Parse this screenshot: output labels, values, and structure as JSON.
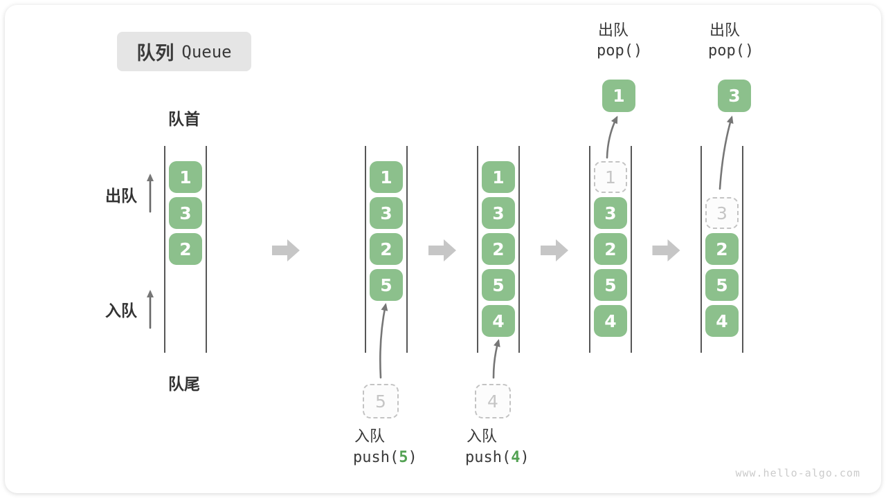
{
  "title": {
    "zh": "队列",
    "en": "Queue"
  },
  "side_labels": {
    "front": "队首",
    "rear": "队尾",
    "dequeue": "出队",
    "enqueue": "入队"
  },
  "watermark": "www.hello-algo.com",
  "colors": {
    "box_green": "#8cc08c",
    "box_text": "#ffffff",
    "dashed_border": "#c3c3c3",
    "dashed_text": "#c5c5c5",
    "dashed_bg": "#fcfcfc",
    "wall": "#565656",
    "flow_arrow": "#767676",
    "side_arrow": "#686868",
    "block_arrow": "#c6c6c6",
    "text_dark": "#3a3a3a",
    "code_arg": "#52a152",
    "title_bg": "#e5e5e5",
    "watermark_color": "#cbcbcb"
  },
  "states": [
    {
      "start_row": 0,
      "cells": [
        {
          "value": "1",
          "dashed": false
        },
        {
          "value": "3",
          "dashed": false
        },
        {
          "value": "2",
          "dashed": false
        }
      ]
    },
    {
      "start_row": 0,
      "cells": [
        {
          "value": "1",
          "dashed": false
        },
        {
          "value": "3",
          "dashed": false
        },
        {
          "value": "2",
          "dashed": false
        },
        {
          "value": "5",
          "dashed": false
        }
      ],
      "incoming": "5",
      "op": {
        "kind": "push",
        "action": "入队",
        "code_before": "push(",
        "arg": "5",
        "code_after": ")"
      }
    },
    {
      "start_row": 0,
      "cells": [
        {
          "value": "1",
          "dashed": false
        },
        {
          "value": "3",
          "dashed": false
        },
        {
          "value": "2",
          "dashed": false
        },
        {
          "value": "5",
          "dashed": false
        },
        {
          "value": "4",
          "dashed": false
        }
      ],
      "incoming": "4",
      "op": {
        "kind": "push",
        "action": "入队",
        "code_before": "push(",
        "arg": "4",
        "code_after": ")"
      }
    },
    {
      "start_row": 0,
      "cells": [
        {
          "value": "1",
          "dashed": true
        },
        {
          "value": "3",
          "dashed": false
        },
        {
          "value": "2",
          "dashed": false
        },
        {
          "value": "5",
          "dashed": false
        },
        {
          "value": "4",
          "dashed": false
        }
      ],
      "outgoing": "1",
      "op": {
        "kind": "pop",
        "action": "出队",
        "code": "pop()"
      }
    },
    {
      "start_row": 1,
      "cells": [
        {
          "value": "3",
          "dashed": true
        },
        {
          "value": "2",
          "dashed": false
        },
        {
          "value": "5",
          "dashed": false
        },
        {
          "value": "4",
          "dashed": false
        }
      ],
      "outgoing": "3",
      "op": {
        "kind": "pop",
        "action": "出队",
        "code": "pop()"
      }
    }
  ]
}
